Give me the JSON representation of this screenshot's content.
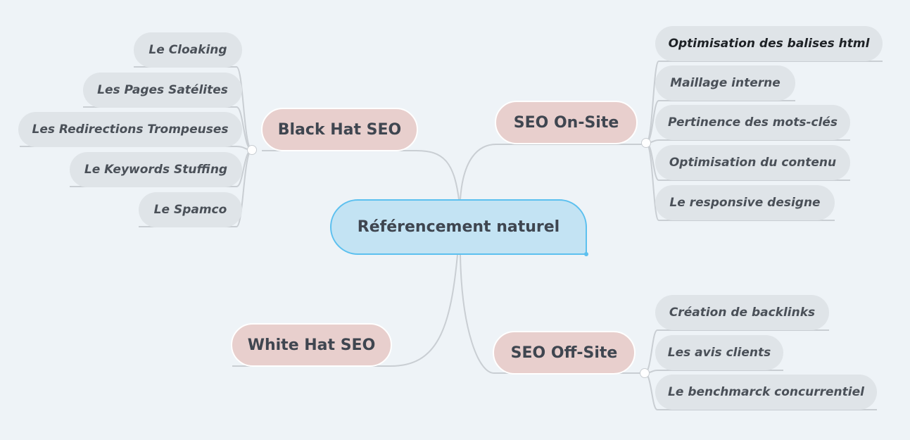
{
  "map": {
    "central": "Référencement naturel",
    "black_hat": {
      "label": "Black Hat SEO",
      "children": [
        "Le Cloaking",
        "Les Pages Satélites",
        "Les Redirections Trompeuses",
        "Le Keywords Stuffing",
        "Le Spamco"
      ]
    },
    "white_hat": {
      "label": "White Hat SEO"
    },
    "on_site": {
      "label": "SEO On-Site",
      "children": [
        "Optimisation des balises html",
        "Maillage interne",
        "Pertinence des mots-clés",
        "Optimisation du contenu",
        "Le responsive designe"
      ]
    },
    "off_site": {
      "label": "SEO Off-Site",
      "children": [
        "Création de backlinks",
        "Les avis clients",
        "Le benchmarck concurrentiel"
      ]
    }
  },
  "colors": {
    "background": "#eef3f7",
    "central_fill": "#c3e3f3",
    "central_border": "#5cc0ef",
    "topic_fill": "#e8cfcd",
    "subtopic_fill": "#dfe4e8",
    "connector": "#c9ced3"
  }
}
